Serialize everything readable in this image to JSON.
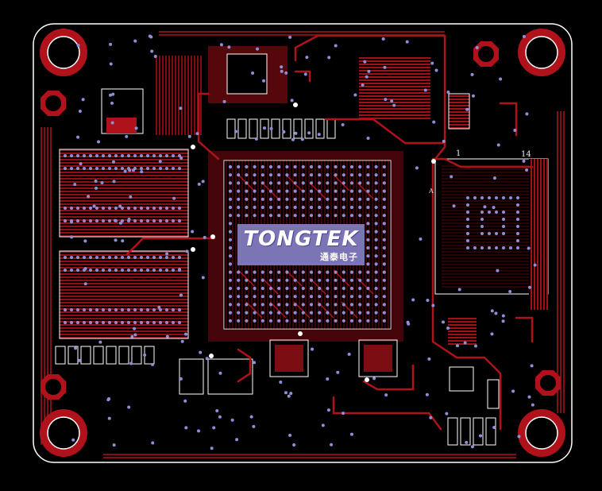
{
  "logo": {
    "title": "TONGTEK",
    "subtitle": "通泰电子",
    "bg_color": "#7b74b5"
  },
  "silkscreen": {
    "marker_one": "1",
    "marker_fourteen": "14",
    "marker_a": "A"
  },
  "colors": {
    "background": "#000000",
    "copper": "#b0121b",
    "copper_dark": "#7a0a10",
    "via": "#8f8fd8",
    "silk": "#e8e8e8"
  }
}
